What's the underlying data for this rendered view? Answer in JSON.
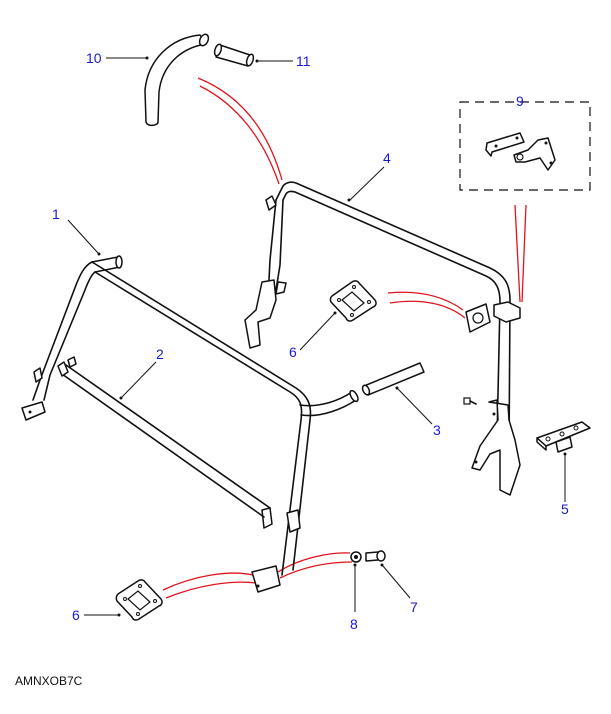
{
  "diagram": {
    "reference_code": "AMNXOB7C",
    "callout_color": "#1a1ad0",
    "assembly_line_color": "#e0141e",
    "callouts": [
      {
        "id": "1",
        "label": "1",
        "part": "rear-hoop-frame"
      },
      {
        "id": "2",
        "label": "2",
        "part": "cross-brace-tube"
      },
      {
        "id": "3",
        "label": "3",
        "part": "side-tube"
      },
      {
        "id": "4",
        "label": "4",
        "part": "front-hoop-frame"
      },
      {
        "id": "5",
        "label": "5",
        "part": "mounting-bracket"
      },
      {
        "id": "6a",
        "label": "6",
        "part": "gasket-plate-upper"
      },
      {
        "id": "6b",
        "label": "6",
        "part": "gasket-plate-lower"
      },
      {
        "id": "7",
        "label": "7",
        "part": "bolt"
      },
      {
        "id": "8",
        "label": "8",
        "part": "washer"
      },
      {
        "id": "9",
        "label": "9",
        "part": "bracket-kit"
      },
      {
        "id": "10",
        "label": "10",
        "part": "curved-hose"
      },
      {
        "id": "11",
        "label": "11",
        "part": "straight-hose"
      }
    ]
  }
}
